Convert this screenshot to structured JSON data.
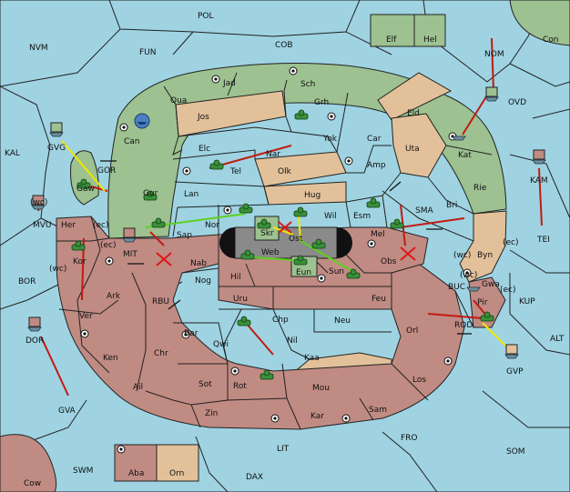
{
  "labels": {
    "POL": "POL",
    "NVM": "NVM",
    "FUN": "FUN",
    "COB": "COB",
    "NOM": "NOM",
    "Con": "Con",
    "Elf": "Elf",
    "Hel": "Hel",
    "OVD": "OVD",
    "Jad": "Jad",
    "Sch": "Sch",
    "Qua": "Qua",
    "Grh": "Grh",
    "Jos": "Jos",
    "Can": "Can",
    "Eld": "Eld",
    "GVG": "GVG",
    "KAL": "KAL",
    "Yok": "Yok",
    "Car": "Car",
    "Elc": "Elc",
    "Nar": "Nar",
    "Uta": "Uta",
    "Kat": "Kat",
    "GOR": "GOR",
    "Tel": "Tel",
    "Olk": "Olk",
    "Amp": "Amp",
    "KAM": "KAM",
    "Gaw": "Gaw",
    "Gur": "Gur",
    "Lan": "Lan",
    "Hug": "Hug",
    "Rie": "Rie",
    "wc1": "(wc)",
    "Her": "Her",
    "ec1": "(ec)",
    "Nor": "Nor",
    "Esm": "Esm",
    "Wil": "Wil",
    "SMA": "SMA",
    "Bri": "Bri",
    "MVU": "MVU",
    "Skr": "Skr",
    "Mel": "Mel",
    "TEI": "TEI",
    "Sap": "Sap",
    "ec2": "(ec)",
    "MIT": "MIT",
    "Ost": "Ost",
    "wc2": "(wc)",
    "Byn": "Byn",
    "ec3": "(ec)",
    "Web": "Web",
    "Kor": "Kor",
    "Nab": "Nab",
    "Obs": "Obs",
    "wc3": "(wc)",
    "BOR": "BOR",
    "Eun": "Eun",
    "Sun": "Sun",
    "wc4": "(wc)",
    "Hil": "Hil",
    "Gwa": "Gwa",
    "ec4": "(ec)",
    "Ark": "Ark",
    "Nog": "Nog",
    "BUC": "BUC",
    "KUP": "KUP",
    "RBU": "RBU",
    "Uru": "Uru",
    "Feu": "Feu",
    "Pir": "Pir",
    "Ver": "Ver",
    "Chp": "Chp",
    "Neu": "Neu",
    "Orl": "Orl",
    "ROD": "ROD",
    "Bar": "Bar",
    "Nil": "Nil",
    "DOR": "DOR",
    "Qwi": "Qwi",
    "ALT": "ALT",
    "Ken": "Ken",
    "Chr": "Chr",
    "Kaa": "Kaa",
    "GVP": "GVP",
    "Ail": "Ail",
    "Sot": "Sot",
    "Rot": "Rot",
    "Mou": "Mou",
    "Los": "Los",
    "GVA": "GVA",
    "Zin": "Zin",
    "Kar": "Kar",
    "Sam": "Sam",
    "FRO": "FRO",
    "LIT": "LIT",
    "SOM": "SOM",
    "SWM": "SWM",
    "Aba": "Aba",
    "Orn": "Orn",
    "DAX": "DAX",
    "Cow": "Cow"
  },
  "colors": {
    "sea": "#9fd3e2",
    "green_power": "#9dc190",
    "tan_power": "#e2c19a",
    "red_power": "#c08b83",
    "move_arrow": "#c21a12",
    "support_arrow": "#f2e700",
    "convoy_arrow": "#5dd11f"
  }
}
